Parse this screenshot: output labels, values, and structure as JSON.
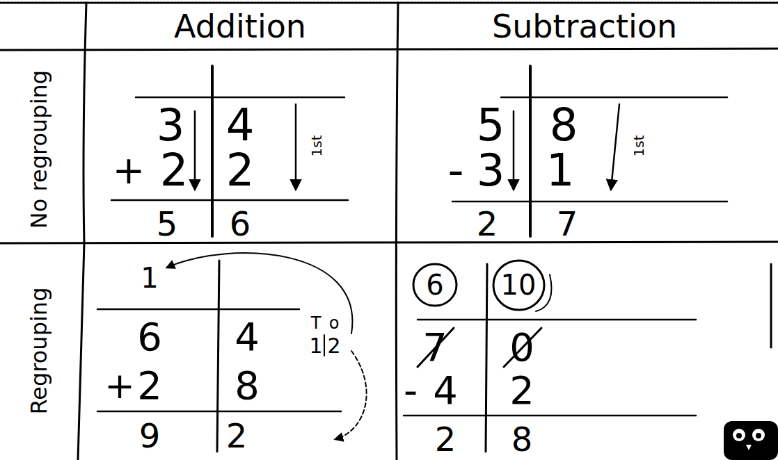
{
  "diagram": {
    "nodes": [
      {
        "text": [
          "6"
        ]
      },
      {
        "text": [
          "10"
        ]
      }
    ],
    "labels": [
      "Addition",
      "Subtraction",
      "No regrouping",
      "Regrouping",
      "3",
      "4",
      "+",
      "2",
      "2",
      "1st",
      "5",
      "6",
      "5",
      "8",
      "-",
      "3",
      "1",
      "1st",
      "2",
      "7",
      "1",
      "6",
      "4",
      "T",
      "o",
      "1",
      "2",
      "+",
      "2",
      "8",
      "9",
      "2",
      "7",
      "0",
      "-",
      "4",
      "2",
      "2",
      "8"
    ]
  }
}
